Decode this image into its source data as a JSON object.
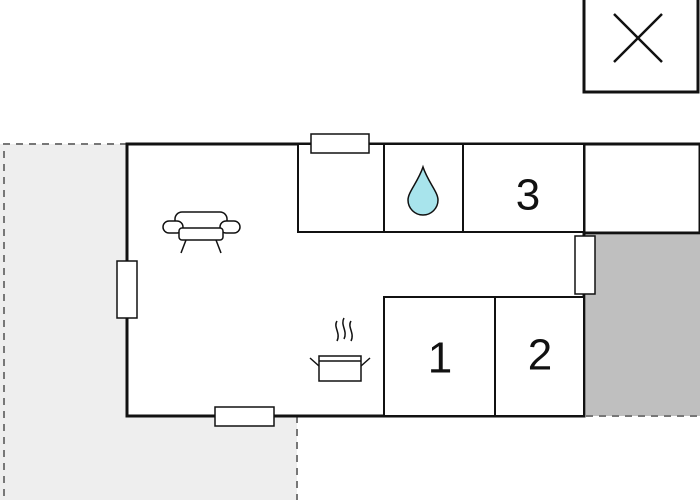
{
  "colors": {
    "wall": "#111111",
    "outdoor_terrace": "#eeeeee",
    "outdoor_dashed_edge": "#777777",
    "annex": "#bfbfbf",
    "water_drop": "#a8e4ec",
    "background": "#ffffff"
  },
  "rooms": {
    "bedroom_1": "1",
    "bedroom_2": "2",
    "bedroom_3": "3"
  },
  "icons": {
    "living": "sofa-icon",
    "kitchen": "cooking-pot-icon",
    "bathroom": "water-drop-icon",
    "external": "cross-box-icon"
  }
}
